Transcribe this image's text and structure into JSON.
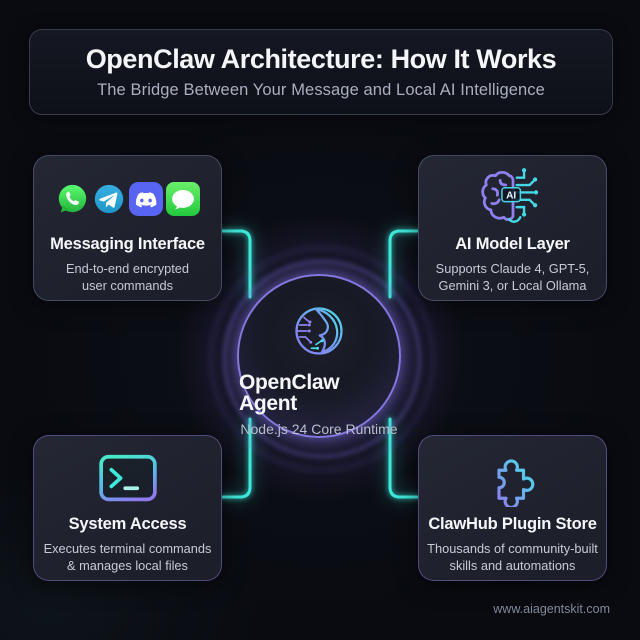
{
  "header": {
    "title": "OpenClaw Architecture: How It Works",
    "subtitle": "The Bridge Between Your Message and Local AI Intelligence"
  },
  "cards": {
    "messaging": {
      "title": "Messaging Interface",
      "body": "End-to-end encrypted user commands",
      "icons": [
        "whatsapp-icon",
        "telegram-icon",
        "discord-icon",
        "imessage-icon"
      ]
    },
    "ai_model": {
      "title": "AI Model Layer",
      "body": "Supports Claude 4, GPT-5, Gemini 3, or Local Ollama",
      "icon": "ai-brain-circuit-icon",
      "icon_label": "AI"
    },
    "system_access": {
      "title": "System Access",
      "body": "Executes terminal commands & manages local files",
      "icon": "terminal-icon"
    },
    "plugin_store": {
      "title": "ClawHub Plugin Store",
      "body": "Thousands of community-built skills and automations",
      "icon": "puzzle-piece-icon"
    }
  },
  "center": {
    "title": "OpenClaw Agent",
    "subtitle": "Node.js 24 Core Runtime",
    "icon": "openclaw-logo"
  },
  "footer": {
    "website": "www.aiagentskit.com"
  },
  "colors": {
    "background": "#090B11",
    "accent_cyan": "#3EE8DA",
    "accent_purple": "#8478DE",
    "card_background": "#20232E",
    "text_primary": "#F4F6FA",
    "text_secondary": "#A9AFBD"
  }
}
